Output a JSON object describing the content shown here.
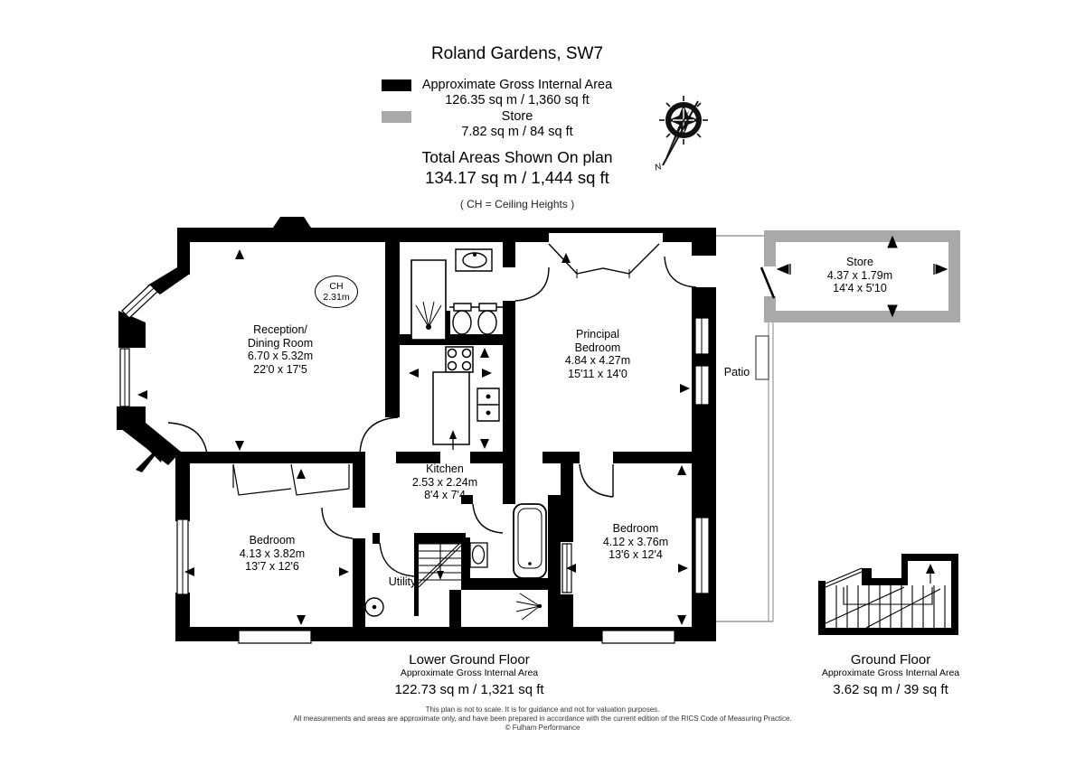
{
  "header": {
    "title": "Roland Gardens, SW7",
    "legend": [
      {
        "label": "Approximate Gross Internal Area",
        "value": "126.35 sq m / 1,360 sq ft",
        "swatch": "#000000"
      },
      {
        "label": "Store",
        "value": "7.82 sq m / 84 sq ft",
        "swatch": "#a9a9a9"
      }
    ],
    "total_label": "Total Areas Shown On plan",
    "total_value": "134.17 sq m / 1,444 sq ft",
    "note": "( CH = Ceiling Heights )",
    "compass": "N"
  },
  "plan": {
    "ceiling_height": {
      "abbr": "CH",
      "value": "2.31m"
    },
    "rooms": {
      "reception": {
        "lines": [
          "Reception/",
          "Dining Room",
          "6.70 x 5.32m",
          "22'0 x 17'5"
        ]
      },
      "principal_bedroom": {
        "lines": [
          "Principal",
          "Bedroom",
          "4.84 x 4.27m",
          "15'11 x 14'0"
        ]
      },
      "store": {
        "lines": [
          "Store",
          "4.37 x 1.79m",
          "14'4 x 5'10"
        ]
      },
      "kitchen": {
        "lines": [
          "Kitchen",
          "2.53 x 2.24m",
          "8'4 x 7'4"
        ]
      },
      "bedroom_left": {
        "lines": [
          "Bedroom",
          "4.13 x 3.82m",
          "13'7 x 12'6"
        ]
      },
      "bedroom_right": {
        "lines": [
          "Bedroom",
          "4.12 x 3.76m",
          "13'6 x 12'4"
        ]
      },
      "utility": {
        "lines": [
          "Utility"
        ]
      },
      "patio": {
        "lines": [
          "Patio"
        ]
      }
    }
  },
  "floors": {
    "lower_ground": {
      "name": "Lower Ground Floor",
      "sub": "Approximate Gross Internal Area",
      "value": "122.73 sq m / 1,321 sq ft"
    },
    "ground": {
      "name": "Ground Floor",
      "sub": "Approximate Gross Internal Area",
      "value": "3.62 sq m / 39 sq ft"
    }
  },
  "footer": {
    "line1": "This plan is not to scale. It is for guidance and not for valuation purposes.",
    "line2": "All measurements and areas are approximate only, and have been prepared in accordance with the current edition of the RICS Code of Measuring Practice.",
    "line3": "© Fulham Performance"
  },
  "colors": {
    "wall": "#000000",
    "store_wall": "#a9a9a9",
    "patio_line": "#999999"
  }
}
